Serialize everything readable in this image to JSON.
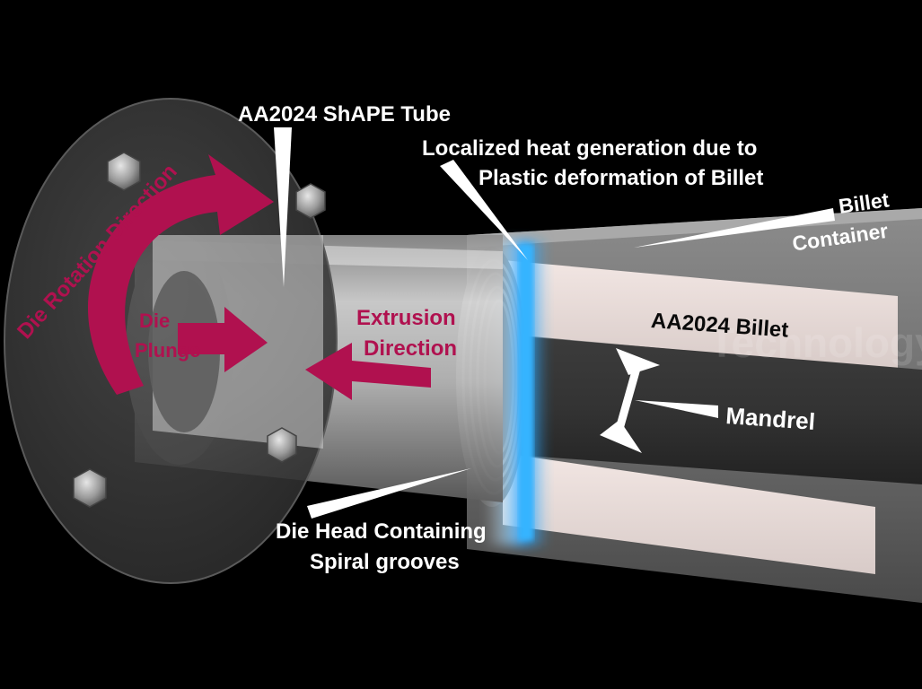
{
  "colors": {
    "background": "#000000",
    "arrow_magenta": "#b0114f",
    "heat_glow": "#2aa8ff",
    "callout": "#ffffff"
  },
  "labels": {
    "tube": "AA2024 ShAPE Tube",
    "heat_line1": "Localized heat generation due to",
    "heat_line2": "Plastic deformation of Billet",
    "container_line1": "Billet",
    "container_line2": "Container",
    "billet": "AA2024 Billet",
    "mandrel": "Mandrel",
    "die_head_line1": "Die Head Containing",
    "die_head_line2": "Spiral grooves",
    "die_rotation": "Die Rotation Direction",
    "die_plunge_line1": "Die",
    "die_plunge_line2": "Plunge",
    "extrusion_line1": "Extrusion",
    "extrusion_line2": "Direction"
  },
  "watermark": "Technology",
  "icons": {
    "rotation_arrow": "curved-arrow-icon",
    "plunge_arrow": "arrow-right-icon",
    "extrusion_arrow": "arrow-left-icon",
    "mandrel_arrow": "double-arrow-icon",
    "bolts": "hex-bolt-icon"
  }
}
